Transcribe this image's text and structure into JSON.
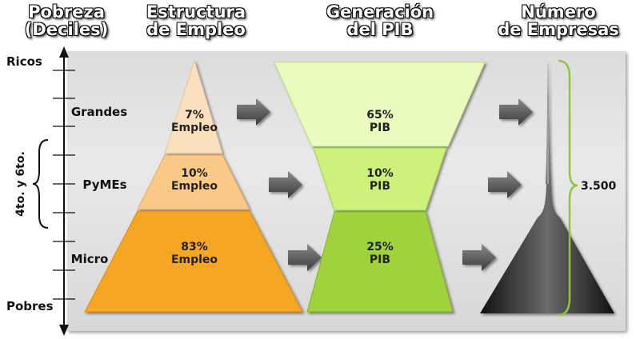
{
  "headers": {
    "poverty": {
      "line1": "Pobreza",
      "line2": "(Deciles)"
    },
    "employment": {
      "line1": "Estructura",
      "line2": "de Empleo"
    },
    "gdp": {
      "line1": "Generación",
      "line2": "del PIB"
    },
    "companies": {
      "line1": "Número",
      "line2": "de Empresas"
    }
  },
  "axis": {
    "top": "Ricos",
    "bottom": "Pobres",
    "bracket_label": "4to. y 6to."
  },
  "levels": [
    {
      "name": "Grandes",
      "employment": "7%",
      "employment_unit": "Empleo",
      "gdp": "65%",
      "gdp_unit": "PIB"
    },
    {
      "name": "PyMEs",
      "employment": "10%",
      "employment_unit": "Empleo",
      "gdp": "10%",
      "gdp_unit": "PIB"
    },
    {
      "name": "Micro",
      "employment": "83%",
      "employment_unit": "Empleo",
      "gdp": "25%",
      "gdp_unit": "PIB"
    }
  ],
  "companies_total": "3.500",
  "colors": {
    "employment": [
      "#fbe0bd",
      "#fbc987",
      "#f5a623"
    ],
    "gdp": [
      "#eafbbf",
      "#cdf27a",
      "#9fd23a"
    ],
    "companies": "#2a2a2a",
    "brace": "#8dc63f"
  }
}
